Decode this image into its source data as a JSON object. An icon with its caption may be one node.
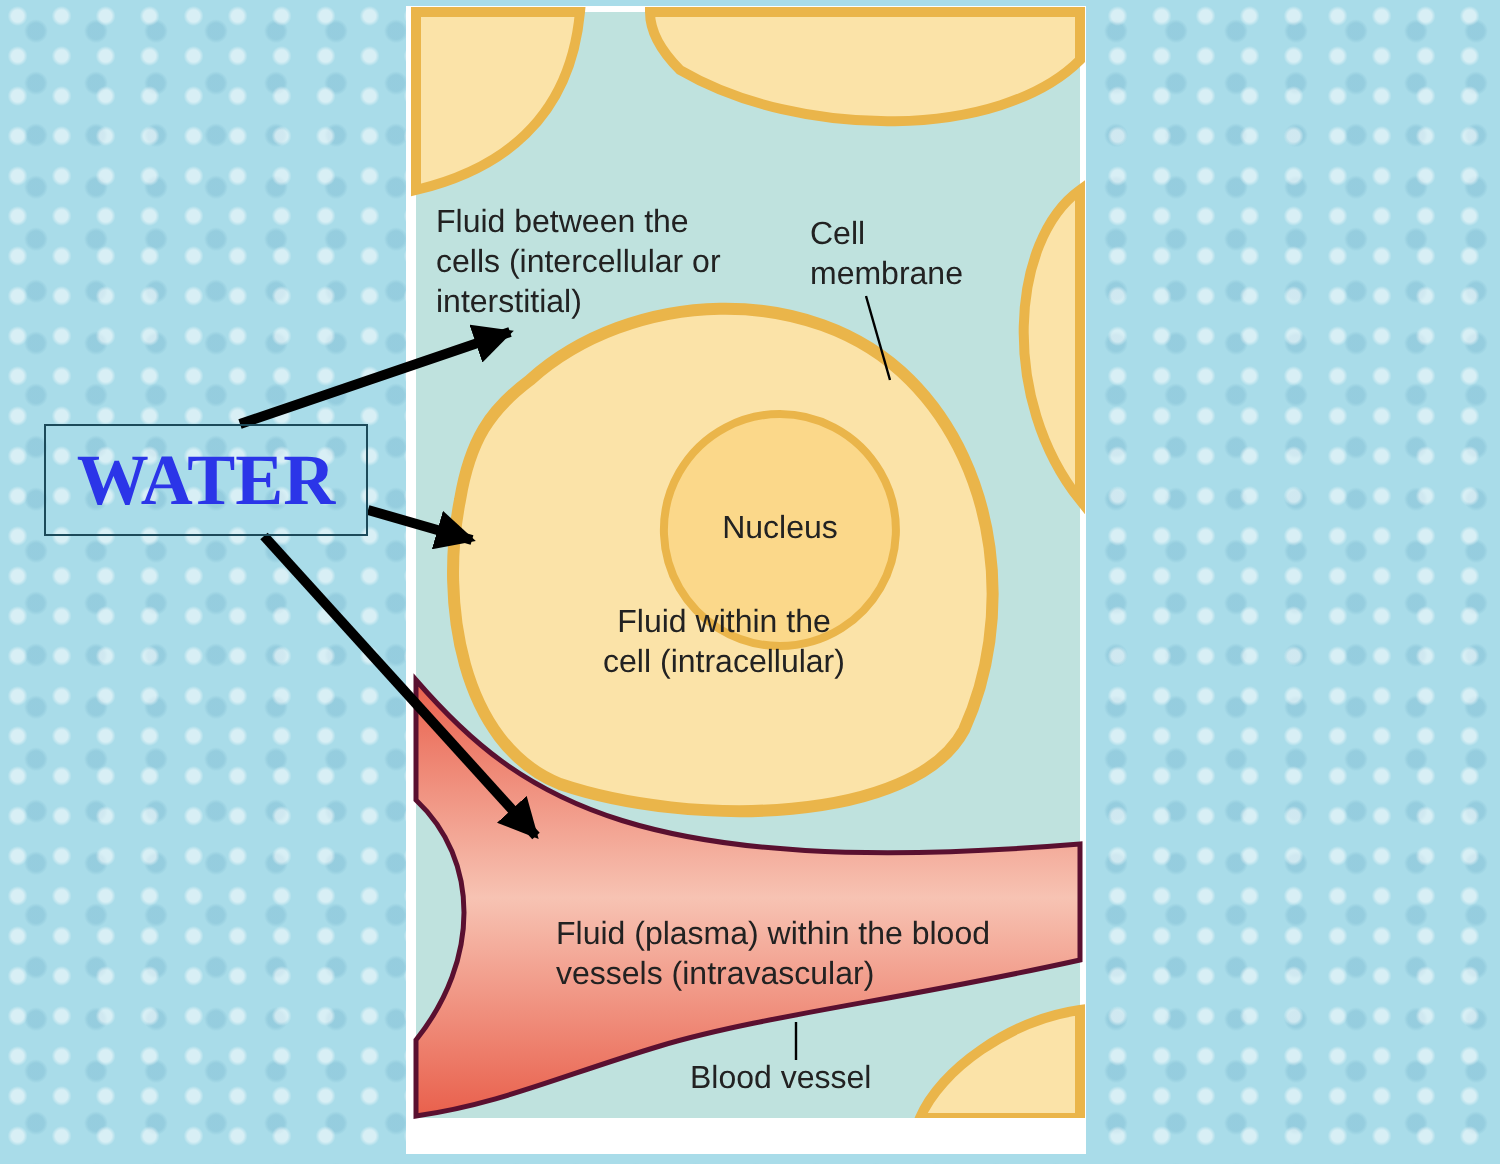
{
  "diagram": {
    "nodes": [
      {
        "text": [
          "WATER"
        ]
      },
      {
        "text": [
          "Fluid between the cells (intercellular or interstitial)"
        ]
      },
      {
        "text": [
          "Fluid within the cell (intracellular)"
        ]
      },
      {
        "text": [
          "Nucleus"
        ],
        "in": 2
      },
      {
        "text": [
          "Fluid (plasma) within the blood vessels (intravascular)"
        ]
      },
      {
        "text": [
          "Cell membrane"
        ]
      },
      {
        "text": [
          "Blood vessel"
        ]
      }
    ],
    "edges": [
      {
        "from": 0,
        "to": 1,
        "arrow": "to"
      },
      {
        "from": 0,
        "to": 2,
        "arrow": "to"
      },
      {
        "from": 0,
        "to": 4,
        "arrow": "to"
      },
      {
        "from": 5,
        "to": 2,
        "arrow": "none"
      },
      {
        "from": 6,
        "to": 4,
        "arrow": "none"
      }
    ]
  }
}
